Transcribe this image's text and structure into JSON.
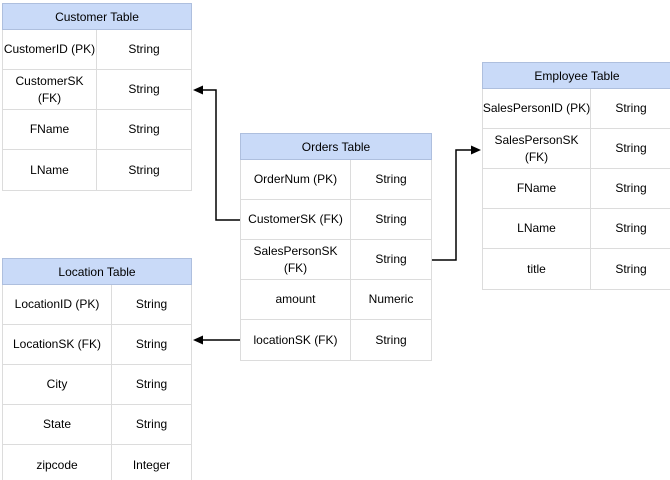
{
  "diagram": {
    "tables": [
      {
        "id": "customer",
        "title": "Customer Table",
        "rows": [
          {
            "field": "CustomerID (PK)",
            "type": "String"
          },
          {
            "field": "CustomerSK\n(FK)",
            "type": "String"
          },
          {
            "field": "FName",
            "type": "String"
          },
          {
            "field": "LName",
            "type": "String"
          }
        ]
      },
      {
        "id": "orders",
        "title": "Orders Table",
        "rows": [
          {
            "field": "OrderNum (PK)",
            "type": "String"
          },
          {
            "field": "CustomerSK (FK)",
            "type": "String"
          },
          {
            "field": "SalesPersonSK\n(FK)",
            "type": "String"
          },
          {
            "field": "amount",
            "type": "Numeric"
          },
          {
            "field": "locationSK (FK)",
            "type": "String"
          }
        ]
      },
      {
        "id": "employee",
        "title": "Employee Table",
        "rows": [
          {
            "field": "SalesPersonID (PK)",
            "type": "String"
          },
          {
            "field": "SalesPersonSK\n(FK)",
            "type": "String"
          },
          {
            "field": "FName",
            "type": "String"
          },
          {
            "field": "LName",
            "type": "String"
          },
          {
            "field": "title",
            "type": "String"
          }
        ]
      },
      {
        "id": "location",
        "title": "Location Table",
        "rows": [
          {
            "field": "LocationID (PK)",
            "type": "String"
          },
          {
            "field": "LocationSK (FK)",
            "type": "String"
          },
          {
            "field": "City",
            "type": "String"
          },
          {
            "field": "State",
            "type": "String"
          },
          {
            "field": "zipcode",
            "type": "Integer"
          }
        ]
      }
    ],
    "relationships": [
      {
        "from_table": "Orders Table",
        "from_field": "CustomerSK (FK)",
        "to_table": "Customer Table",
        "to_field": "CustomerSK (FK)"
      },
      {
        "from_table": "Orders Table",
        "from_field": "SalesPersonSK (FK)",
        "to_table": "Employee Table",
        "to_field": "SalesPersonSK (FK)"
      },
      {
        "from_table": "Orders Table",
        "from_field": "locationSK (FK)",
        "to_table": "Location Table",
        "to_field": "LocationSK (FK)"
      }
    ],
    "colors": {
      "header_fill": "#c9daf8",
      "header_border": "#aebfde",
      "cell_border": "#dcdcdc",
      "connector": "#000000",
      "background": "#ffffff",
      "text": "#000000"
    }
  }
}
